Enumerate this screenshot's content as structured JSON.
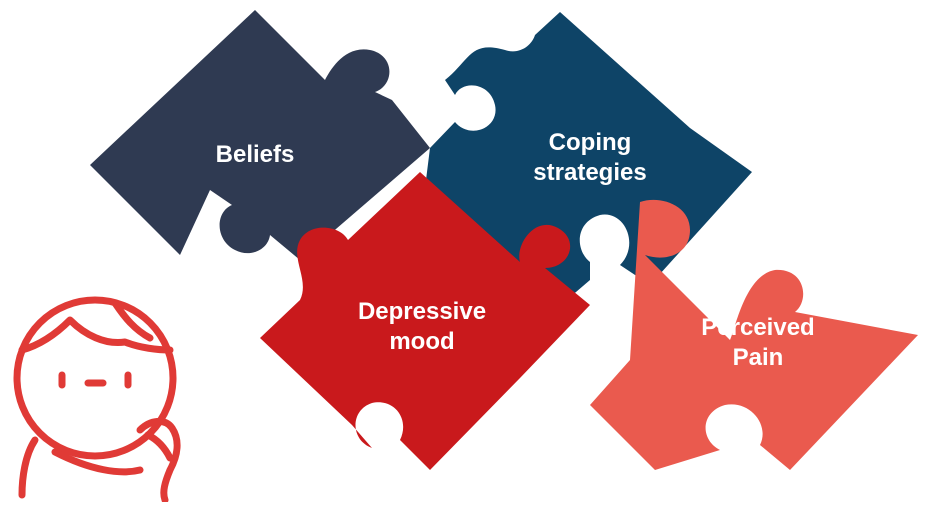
{
  "puzzle": {
    "pieces": [
      {
        "id": "beliefs",
        "label": "Beliefs",
        "color": "#2f3a52"
      },
      {
        "id": "coping",
        "label": "Coping\nstrategies",
        "color": "#0e4467"
      },
      {
        "id": "depressive",
        "label": "Depressive\nmood",
        "color": "#c9191c"
      },
      {
        "id": "pain",
        "label": "Perceived\nPain",
        "color": "#ea5a4e"
      }
    ]
  },
  "thinking_person": {
    "icon": "thinking-person-icon",
    "color": "#e03a36"
  }
}
